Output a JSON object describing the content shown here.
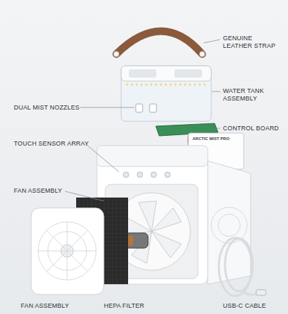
{
  "diagram": {
    "labels": [
      "GENUINE LEATHER STRAP",
      "WATER TANK ASSEMBLY",
      "DUAL MIST NOZZLES",
      "CONTROL BOARD",
      "ARCTIC MIST PRO",
      "TOUCH SENSOR ARRAY",
      "FAN ASSEMBLY",
      "FAN ASSEMBLY",
      "HEPA FILTER",
      "USB-C CABLE"
    ]
  }
}
